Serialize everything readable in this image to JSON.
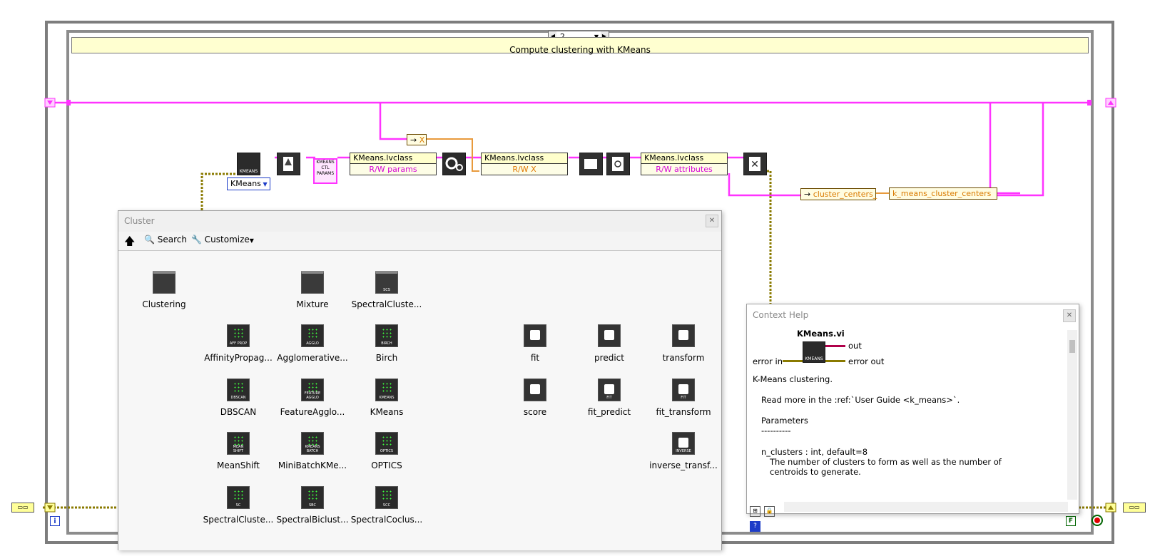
{
  "diagram": {
    "case_selector_value": "2",
    "case_label": "Compute clustering with KMeans",
    "kmeans_enum_value": "KMeans",
    "nodes": {
      "kmeans_icon_label": "KMEANS",
      "ctl_params_label": "KMEANS CTL PARAMS"
    },
    "lvclass_blocks": [
      {
        "title": "KMeans.lvclass",
        "property": "R/W params"
      },
      {
        "title": "KMeans.lvclass",
        "property": "R/W X"
      },
      {
        "title": "KMeans.lvclass",
        "property": "R/W attributes"
      }
    ],
    "x_property": "X",
    "cluster_centers_label": "cluster_centers_",
    "k_means_cluster_centers_label": "k_means_cluster_centers",
    "iteration_label": "i",
    "bool_const": "F",
    "colors": {
      "pink_wire": "#ff33ff",
      "orange_wire": "#e89a3c",
      "error_wire": "#b8a800"
    }
  },
  "palette": {
    "title": "Cluster",
    "toolbar": {
      "search": "Search",
      "customize": "Customize"
    },
    "items": [
      {
        "label": "Clustering",
        "icon": "clustering-folder-icon"
      },
      {
        "label": "Mixture",
        "icon": "mixture-folder-icon"
      },
      {
        "label": "SpectralCluste...",
        "icon": "scs-folder-icon",
        "sub": "SCS"
      },
      {
        "label": "AffinityPropag...",
        "icon": "affinity-prop-icon",
        "sub": "AFF PROP"
      },
      {
        "label": "Agglomerative...",
        "icon": "agglo-icon",
        "sub": "AGGLO"
      },
      {
        "label": "Birch",
        "icon": "birch-icon",
        "sub": "BIRCH"
      },
      {
        "label": "fit",
        "icon": "fit-icon"
      },
      {
        "label": "predict",
        "icon": "predict-icon"
      },
      {
        "label": "transform",
        "icon": "transform-icon"
      },
      {
        "label": "DBSCAN",
        "icon": "dbscan-icon",
        "sub": "DBSCAN"
      },
      {
        "label": "FeatureAgglo...",
        "icon": "feature-agglo-icon",
        "sub": "FEATURE AGGLO"
      },
      {
        "label": "KMeans",
        "icon": "kmeans-icon",
        "sub": "KMEANS"
      },
      {
        "label": "score",
        "icon": "score-icon"
      },
      {
        "label": "fit_predict",
        "icon": "fit-predict-icon",
        "sub": "FIT"
      },
      {
        "label": "fit_transform",
        "icon": "fit-transform-icon",
        "sub": "FIT"
      },
      {
        "label": "MeanShift",
        "icon": "meanshift-icon",
        "sub": "MEAN SHIFT"
      },
      {
        "label": "MiniBatchKMe...",
        "icon": "minibatch-kmeans-icon",
        "sub": "KMEANS BATCH"
      },
      {
        "label": "OPTICS",
        "icon": "optics-icon",
        "sub": "OPTICS"
      },
      {
        "label": "inverse_transf...",
        "icon": "inverse-transform-icon",
        "sub": "INVERSE"
      },
      {
        "label": "SpectralCluste...",
        "icon": "spectral-clustering-icon",
        "sub": "SC"
      },
      {
        "label": "SpectralBiclust...",
        "icon": "spectral-biclustering-icon",
        "sub": "SBC"
      },
      {
        "label": "SpectralCoclus...",
        "icon": "spectral-coclustering-icon",
        "sub": "SCC"
      }
    ]
  },
  "help": {
    "title": "Context Help",
    "vi_name": "KMeans.vi",
    "terminals": {
      "out": "out",
      "error_in": "error in",
      "error_out": "error out",
      "icon_label": "KMEANS"
    },
    "lines": [
      "K-Means clustering.",
      "Read more in the :ref:`User Guide <k_means>`.",
      "Parameters",
      "----------",
      "n_clusters : int, default=8",
      "The number of clusters to form as well as the number of",
      "centroids to generate."
    ]
  }
}
